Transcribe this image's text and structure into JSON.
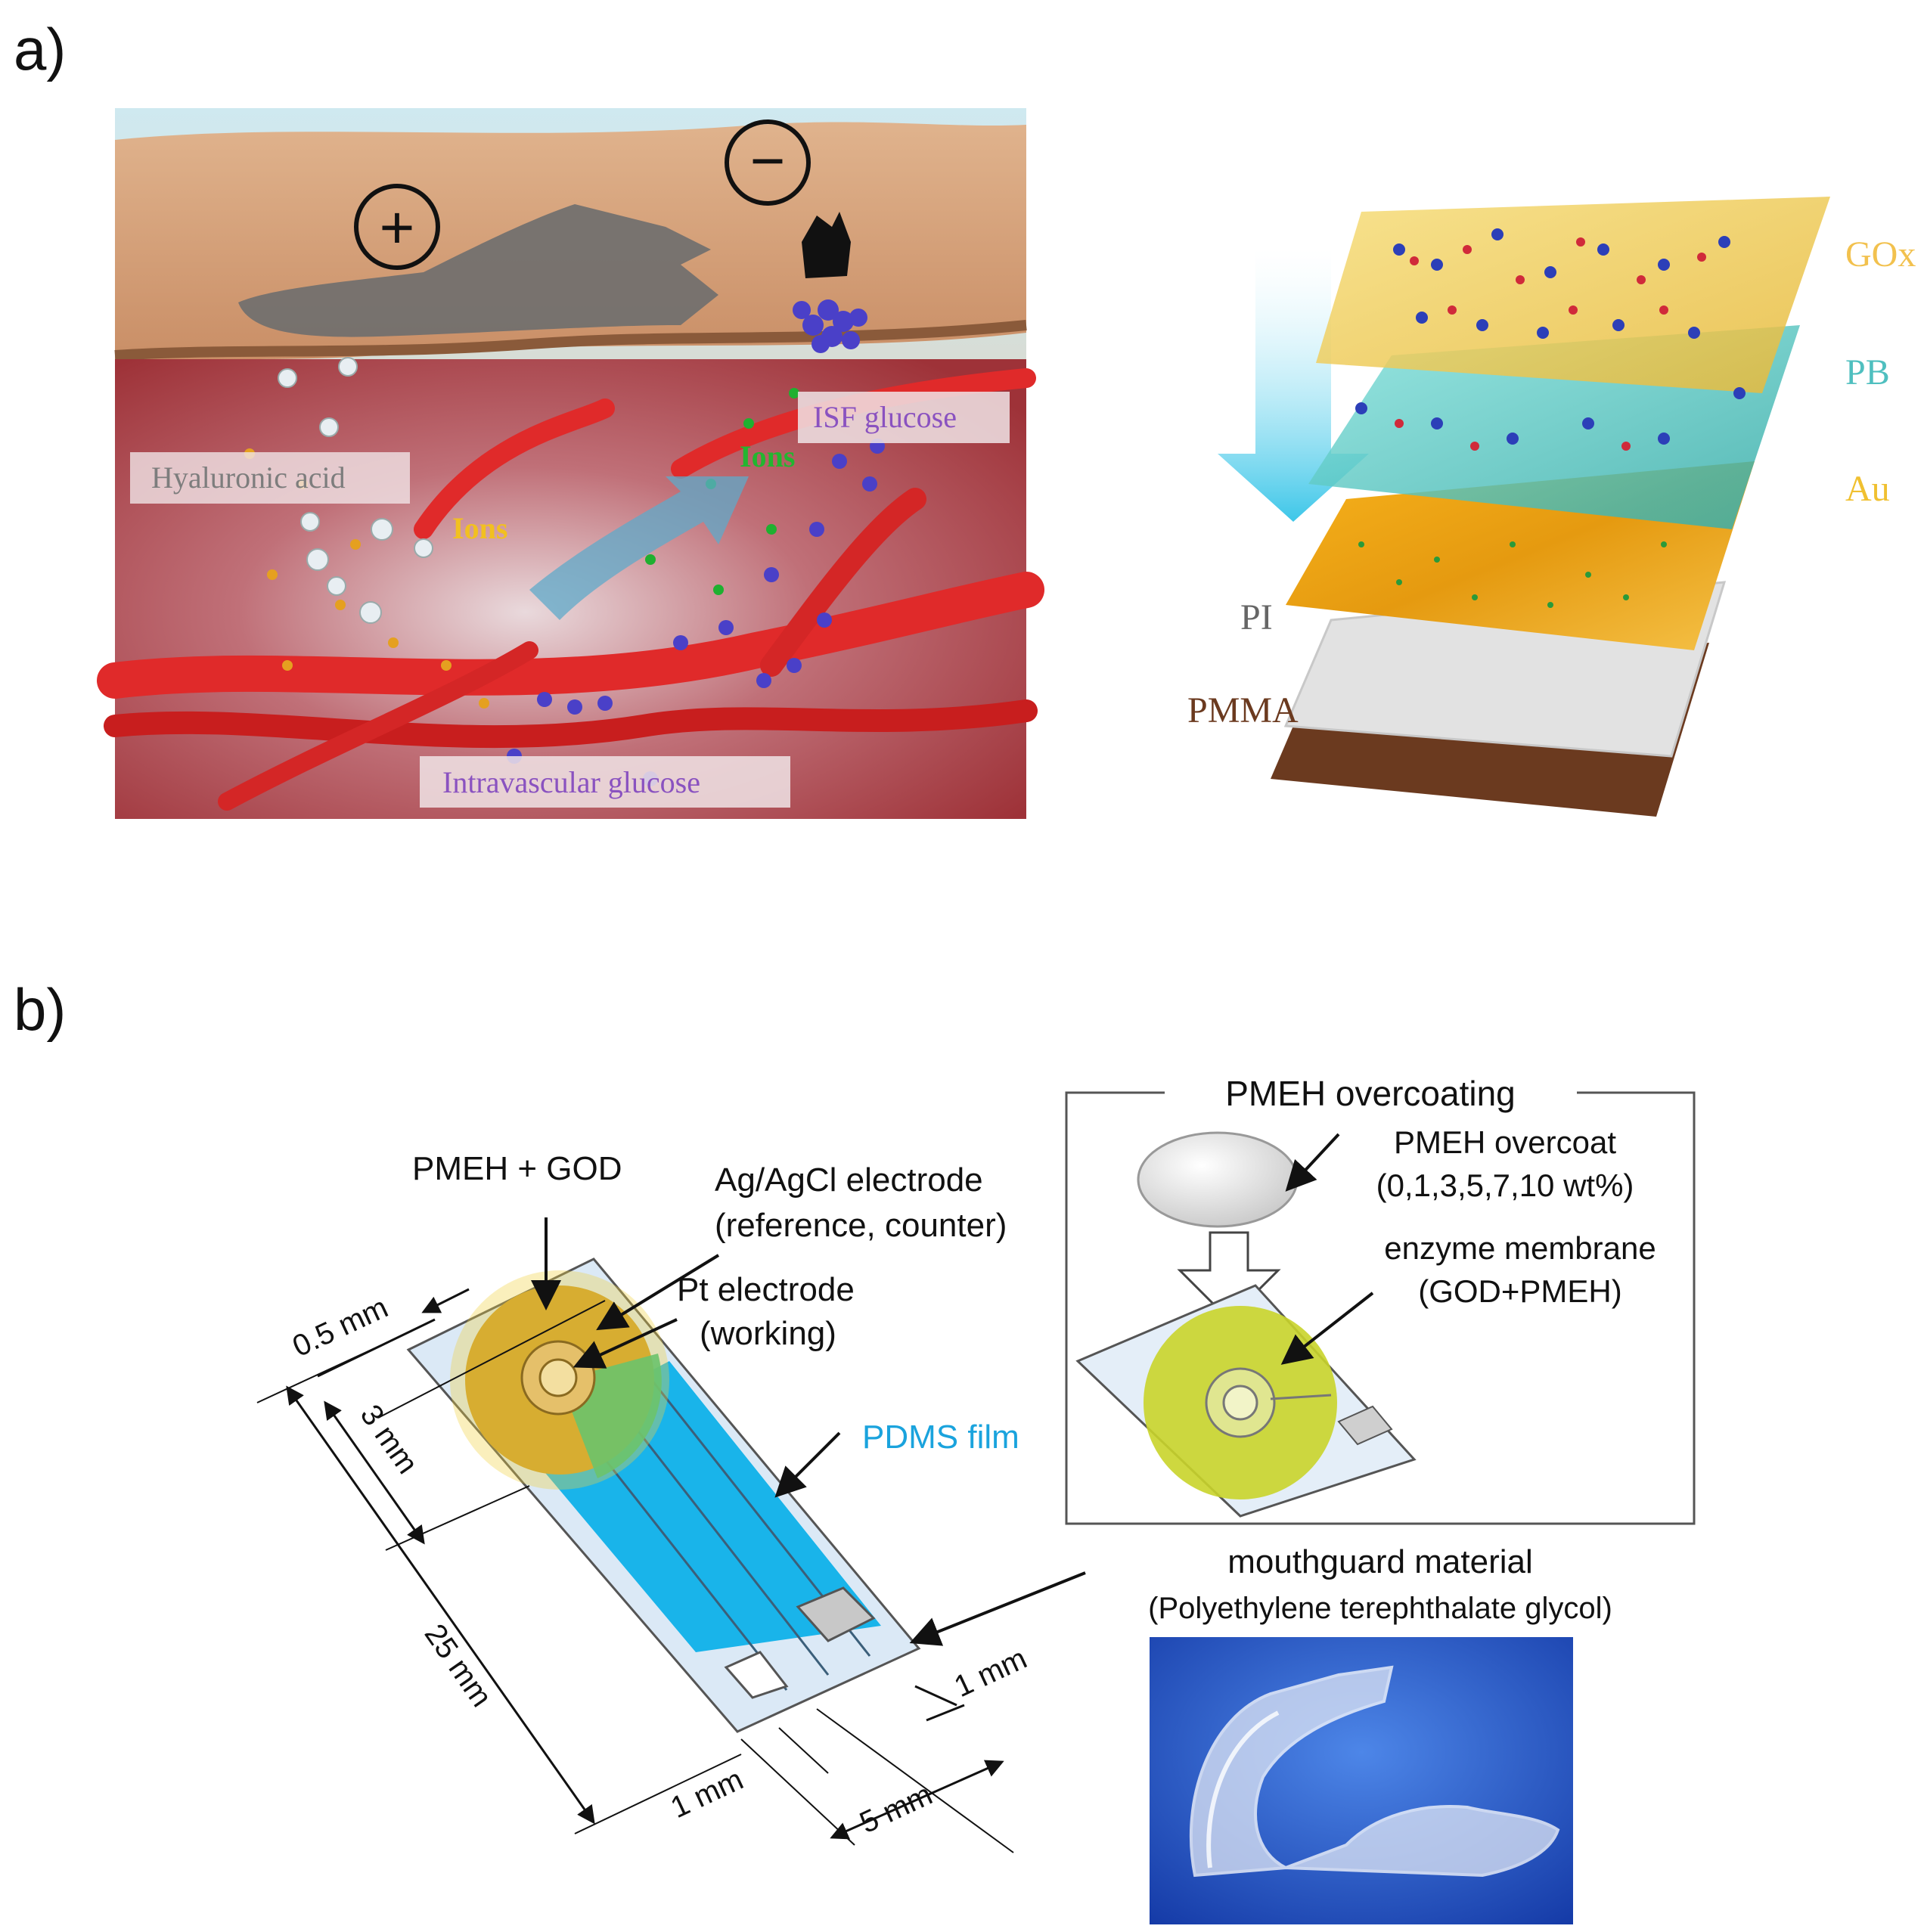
{
  "panel_a": {
    "label": "a)",
    "plus_symbol": "+",
    "minus_symbol": "−",
    "labels": {
      "hyaluronic_acid": "Hyaluronic acid",
      "ions_yellow": "Ions",
      "ions_green": "Ions",
      "isf_glucose": "ISF glucose",
      "intravascular_glucose": "Intravascular glucose"
    },
    "layers": {
      "gox": "GOx",
      "pb": "PB",
      "au": "Au",
      "pi": "PI",
      "pmma": "PMMA"
    },
    "colors": {
      "skin": "#d9a77e",
      "tissue": "#b5454a",
      "vessel": "#e02a2a",
      "glucose": "#5a4fcf",
      "gox_label": "#f2c14e",
      "pb_label": "#4fbfbf",
      "au_label": "#f0c030",
      "pi_label": "#666666",
      "pmma_label": "#6b3a1f"
    }
  },
  "panel_b": {
    "label": "b)",
    "labels": {
      "pmeh_god": "PMEH + GOD",
      "agcl_line1": "Ag/AgCl electrode",
      "agcl_line2": "(reference, counter)",
      "pt_line1": "Pt electrode",
      "pt_line2": "(working)",
      "pdms": "PDMS film",
      "dim_05": "0.5 mm",
      "dim_3": "3 mm",
      "dim_25": "25 mm",
      "dim_1a": "1 mm",
      "dim_1b": "1 mm",
      "dim_5": "5 mm",
      "mouthguard_line1": "mouthguard material",
      "mouthguard_line2": "(Polyethylene terephthalate glycol)"
    },
    "inset": {
      "title": "PMEH overcoating",
      "overcoat_line1": "PMEH overcoat",
      "overcoat_line2": "(0,1,3,5,7,10 wt%)",
      "membrane_line1": "enzyme membrane",
      "membrane_line2": "(GOD+PMEH)"
    },
    "colors": {
      "pdms": "#19b4ea",
      "pdms_label": "#1aa3dd",
      "gold": "#c99a2a",
      "green": "#6cc36c",
      "substrate": "#dbe9f6",
      "membrane": "#c9d42a",
      "photo_bg": "#1f4fc0"
    }
  }
}
